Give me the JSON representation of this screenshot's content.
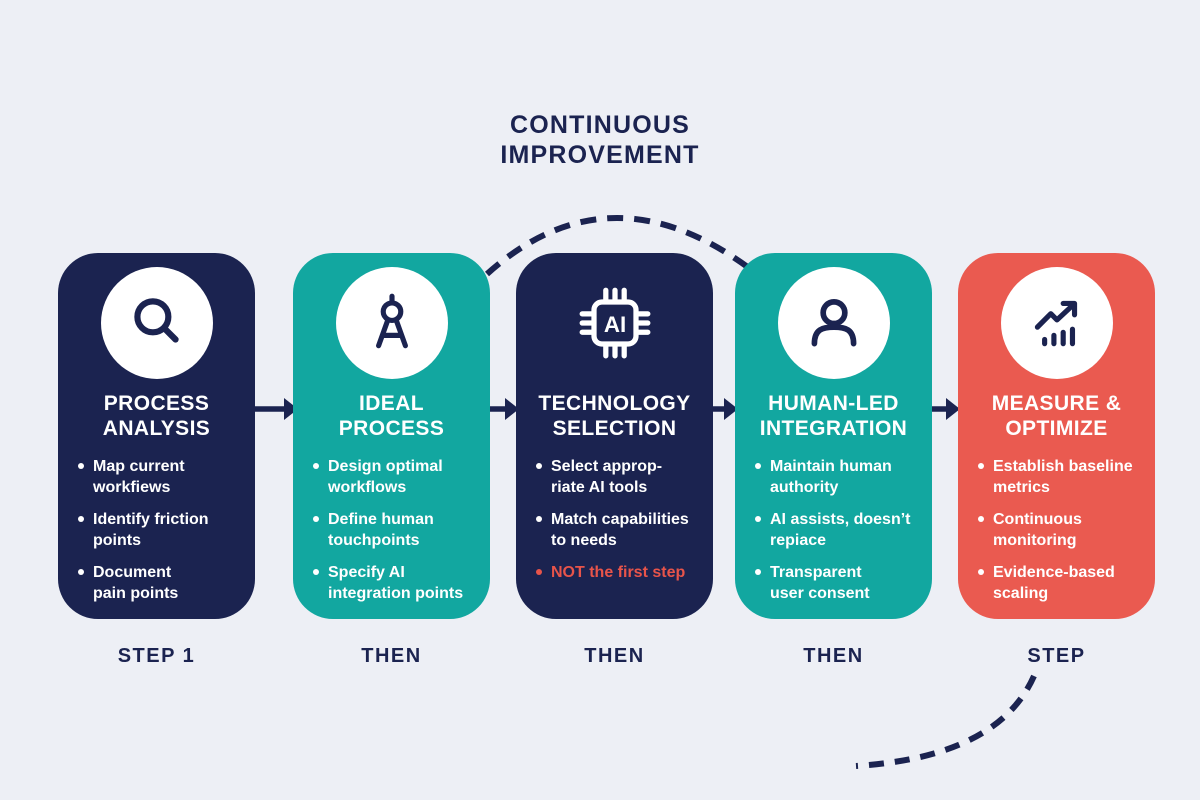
{
  "header": {
    "title_lines": [
      "CONTINUOUS",
      "IMPROVEMENT"
    ]
  },
  "cards": [
    {
      "name": "process-analysis",
      "icon": "magnifier-icon",
      "color": "#1b2350",
      "title_lines": [
        "PROCESS",
        "ANALYSIS"
      ],
      "bullets": [
        {
          "lines": [
            "Map current",
            "workfiews"
          ]
        },
        {
          "lines": [
            "Identify friction",
            "points"
          ]
        },
        {
          "lines": [
            "Document",
            "pain points"
          ]
        }
      ],
      "step_label": "STEP 1"
    },
    {
      "name": "ideal-process",
      "icon": "compass-icon",
      "color": "#12a7a0",
      "title_lines": [
        "IDEAL",
        "PROCESS"
      ],
      "bullets": [
        {
          "lines": [
            "Design optimal",
            "workflows"
          ]
        },
        {
          "lines": [
            "Define human",
            "touchpoints"
          ]
        },
        {
          "lines": [
            "Specify AI",
            "integration points"
          ]
        }
      ],
      "step_label": "THEN"
    },
    {
      "name": "technology-selection",
      "icon": "ai-chip-icon",
      "icon_text": "AI",
      "color": "#1b2350",
      "title_lines": [
        "TECHNOLOGY",
        "SELECTION"
      ],
      "bullets": [
        {
          "lines": [
            "Select approp-",
            "riate AI tools"
          ]
        },
        {
          "lines": [
            "Match capabilities",
            "to needs"
          ]
        },
        {
          "lines": [
            "NOT the first step"
          ],
          "highlight": true
        }
      ],
      "step_label": "THEN"
    },
    {
      "name": "human-led-integration",
      "icon": "person-icon",
      "color": "#12a7a0",
      "title_lines": [
        "HUMAN-LED",
        "INTEGRATION"
      ],
      "bullets": [
        {
          "lines": [
            "Maintain human",
            "authority"
          ]
        },
        {
          "lines": [
            "AI assists, doesn’t",
            "repiace"
          ]
        },
        {
          "lines": [
            "Transparent",
            "user consent"
          ]
        }
      ],
      "step_label": "THEN"
    },
    {
      "name": "measure-optimize",
      "icon": "growth-chart-icon",
      "color": "#ea5a50",
      "title_lines": [
        "MEASURE &",
        "OPTIMIZE"
      ],
      "bullets": [
        {
          "lines": [
            "Establish baseline",
            "metrics"
          ]
        },
        {
          "lines": [
            "Continuous",
            "monitoring"
          ]
        },
        {
          "lines": [
            "Evidence-based",
            "scaling"
          ]
        }
      ],
      "step_label": "STEP"
    }
  ],
  "colors": {
    "navy": "#1b2350",
    "teal": "#12a7a0",
    "coral": "#ea5a50",
    "highlight_red": "#e8544a",
    "background": "#edeff5",
    "card_text": "#ffffff"
  }
}
